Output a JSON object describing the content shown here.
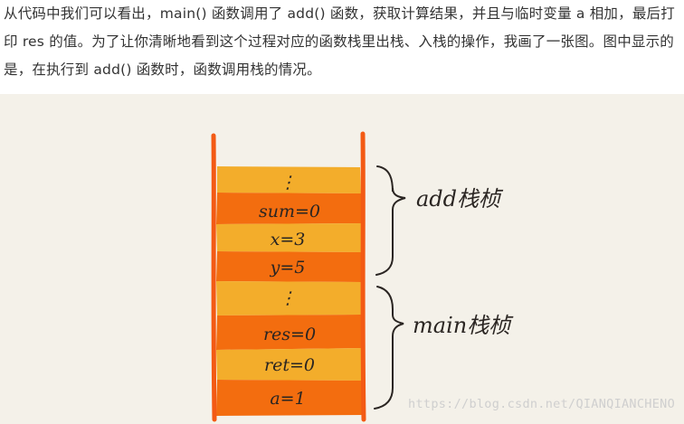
{
  "article": {
    "paragraph": "从代码中我们可以看出，main() 函数调用了 add() 函数，获取计算结果，并且与临时变量 a 相加，最后打印 res 的值。为了让你清晰地看到这个过程对应的函数栈里出栈、入栈的操作，我画了一张图。图中显示的是，在执行到 add() 函数时，函数调用栈的情况。"
  },
  "diagram": {
    "cells": [
      {
        "text": "⋮",
        "color": "#f3ad2b"
      },
      {
        "text": "sum=0",
        "color": "#f36d0f"
      },
      {
        "text": "x=3",
        "color": "#f3ad2b"
      },
      {
        "text": "y=5",
        "color": "#f36d0f"
      },
      {
        "text": "⋮",
        "color": "#f3ad2b"
      },
      {
        "text": "res=0",
        "color": "#f36d0f"
      },
      {
        "text": "ret=0",
        "color": "#f3ad2b"
      },
      {
        "text": "a=1",
        "color": "#f36d0f"
      }
    ],
    "braces": [
      {
        "label": "add栈桢"
      },
      {
        "label": "main栈桢"
      }
    ],
    "watermark": "https://blog.csdn.net/QIANQIANCHENO"
  },
  "colors": {
    "stack_wall": "#f35a14",
    "background": "#f4f1e9",
    "ink": "#2a2522"
  }
}
